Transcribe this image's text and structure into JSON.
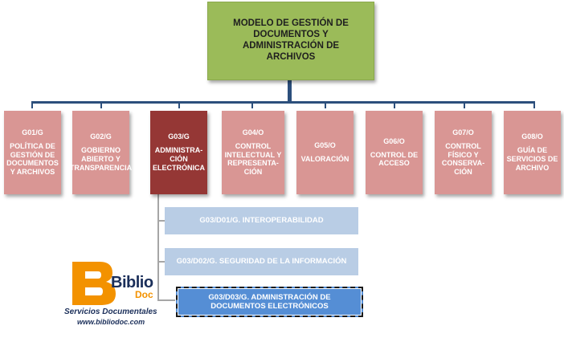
{
  "root": {
    "title": "MODELO DE GESTIÓN DE DOCUMENTOS Y ADMINISTRACIÓN DE ARCHIVOS"
  },
  "nodes": [
    {
      "code": "G01/G",
      "label": "POLÍTICA DE GESTIÓN DE DOCUMENTOS Y ARCHIVOS"
    },
    {
      "code": "G02/G",
      "label": "GOBIERNO ABIERTO Y TRANSPARENCIA"
    },
    {
      "code": "G03/G",
      "label": "ADMINISTRA-CIÓN ELECTRÓNICA"
    },
    {
      "code": "G04/O",
      "label": "CONTROL INTELECTUAL Y REPRESENTA-CIÓN"
    },
    {
      "code": "G05/O",
      "label": "VALORACIÓN"
    },
    {
      "code": "G06/O",
      "label": "CONTROL DE ACCESO"
    },
    {
      "code": "G07/O",
      "label": "CONTROL FÍSICO Y CONSERVA-CIÓN"
    },
    {
      "code": "G08/O",
      "label": "GUÍA DE SERVICIOS DE ARCHIVO"
    }
  ],
  "sub_items": [
    {
      "label": "G03/D01/G. INTEROPERABILIDAD"
    },
    {
      "label": "G03/D02/G. SEGURIDAD DE LA INFORMACIÓN"
    },
    {
      "label": "G03/D03/G. ADMINISTRACIÓN DE DOCUMENTOS ELECTRÓNICOS"
    }
  ],
  "logo": {
    "brand_main": "Biblio",
    "brand_accent": "Doc",
    "tagline": "Servicios Documentales",
    "website": "www.bibliodoc.com"
  },
  "colors": {
    "root": "#9bbb59",
    "node": "#d99694",
    "node_active": "#953735",
    "sub": "#b9cde5",
    "sub_selected": "#558ed5",
    "connector": "#2c4f7c",
    "logo_orange": "#f39200",
    "logo_navy": "#1b2f5a"
  }
}
